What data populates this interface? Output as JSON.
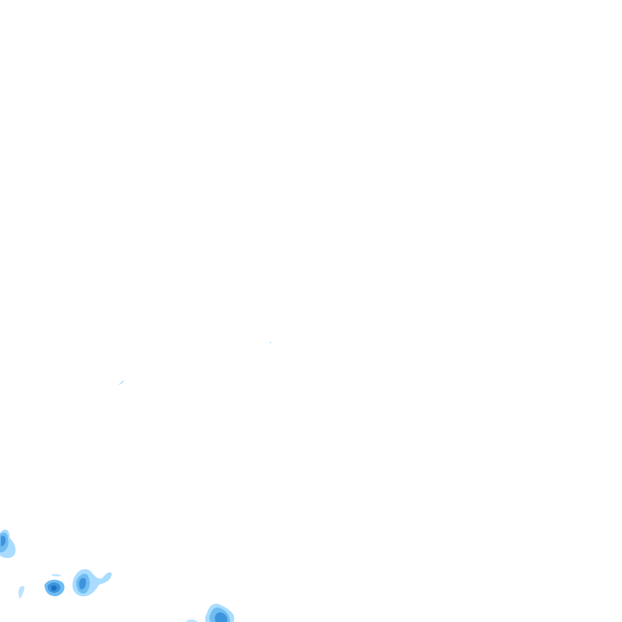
{
  "map": {
    "layer": "precipitation-radar-tile",
    "background": "#ffffff",
    "palette": {
      "light": "#a9dcff",
      "medium": "#6fbcf2",
      "strong": "#3d93dc",
      "intense": "#1f6fc0"
    },
    "echo_intensity_levels": [
      "light",
      "medium",
      "strong",
      "intense"
    ]
  }
}
